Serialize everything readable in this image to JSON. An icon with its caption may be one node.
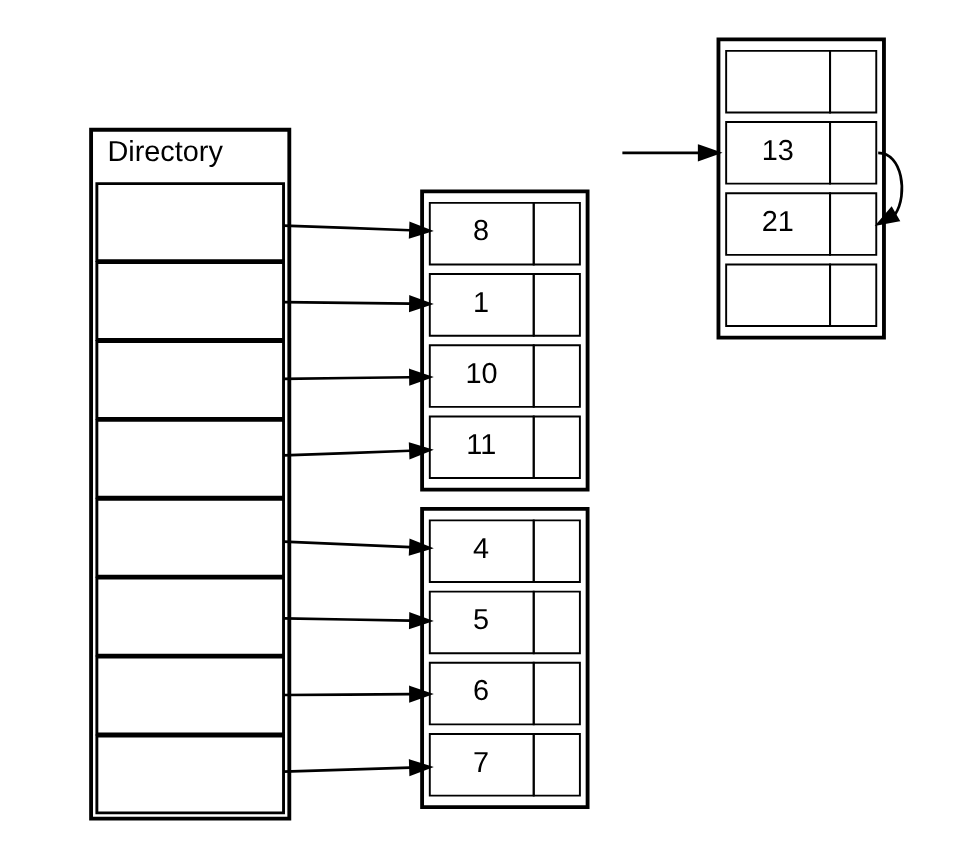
{
  "diagram": {
    "nodes": [
      {
        "text": [
          "Directory"
        ]
      },
      {
        "text": [],
        "shape": "box",
        "in": 0
      },
      {
        "text": [],
        "shape": "box",
        "in": 0
      },
      {
        "text": [],
        "shape": "box",
        "in": 0
      },
      {
        "text": [],
        "shape": "box",
        "in": 0
      },
      {
        "text": [],
        "shape": "box",
        "in": 0
      },
      {
        "text": [],
        "shape": "box",
        "in": 0
      },
      {
        "text": [],
        "shape": "box",
        "in": 0
      },
      {
        "text": [],
        "shape": "box",
        "in": 0
      },
      {
        "text": [],
        "shape": "box"
      },
      {
        "text": [
          "8"
        ],
        "in": 9
      },
      {
        "text": [
          "1"
        ],
        "in": 9
      },
      {
        "text": [
          "10"
        ],
        "in": 9
      },
      {
        "text": [
          "11"
        ],
        "in": 9
      },
      {
        "text": [],
        "shape": "box"
      },
      {
        "text": [
          "4"
        ],
        "in": 14
      },
      {
        "text": [
          "5"
        ],
        "in": 14
      },
      {
        "text": [
          "6"
        ],
        "in": 14
      },
      {
        "text": [
          "7"
        ],
        "in": 14
      },
      {
        "text": [],
        "shape": "box"
      },
      {
        "text": [],
        "shape": "box",
        "in": 19
      },
      {
        "text": [
          "13"
        ],
        "in": 19
      },
      {
        "text": [
          "21"
        ],
        "in": 19
      },
      {
        "text": [],
        "shape": "box",
        "in": 19
      }
    ],
    "edges": [
      {
        "from": 1,
        "to": 10,
        "arrow": "to"
      },
      {
        "from": 2,
        "to": 11,
        "arrow": "to"
      },
      {
        "from": 3,
        "to": 12,
        "arrow": "to"
      },
      {
        "from": 4,
        "to": 13,
        "arrow": "to"
      },
      {
        "from": 5,
        "to": 15,
        "arrow": "to"
      },
      {
        "from": 6,
        "to": 16,
        "arrow": "to"
      },
      {
        "from": 7,
        "to": 17,
        "arrow": "to"
      },
      {
        "from": 8,
        "to": 18,
        "arrow": "to"
      },
      {
        "from": null,
        "to": 19,
        "arrow": "to"
      },
      {
        "from": 21,
        "to": 22,
        "arrow": "to"
      }
    ]
  }
}
